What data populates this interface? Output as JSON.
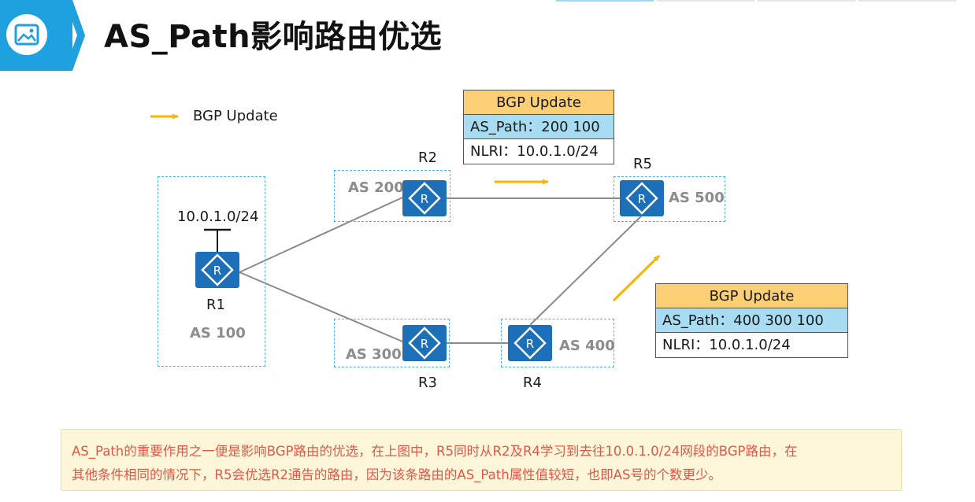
{
  "header": {
    "title": "AS_Path影响路由优选",
    "logo_icon": "image-icon",
    "accent_color": "#1fa1e0"
  },
  "legend": {
    "label": "BGP Update",
    "arrow_color": "#f7b500"
  },
  "prefix": "10.0.1.0/24",
  "routers": {
    "r1": "R1",
    "r2": "R2",
    "r3": "R3",
    "r4": "R4",
    "r5": "R5",
    "icon": "router-icon",
    "color": "#1d6fb8"
  },
  "as_labels": {
    "as100": "AS 100",
    "as200": "AS 200",
    "as300": "AS 300",
    "as400": "AS 400",
    "as500": "AS 500"
  },
  "updates": [
    {
      "header": "BGP Update",
      "as_path": "AS_Path：200 100",
      "nlri": "NLRI：10.0.1.0/24"
    },
    {
      "header": "BGP Update",
      "as_path": "AS_Path：400 300 100",
      "nlri": "NLRI：10.0.1.0/24"
    }
  ],
  "note": {
    "line1": "AS_Path的重要作用之一便是影响BGP路由的优选，在上图中，R5同时从R2及R4学习到去往10.0.1.0/24网段的BGP路由，在",
    "line2": "其他条件相同的情况下，R5会优选R2通告的路由，因为该条路由的AS_Path属性值较短，也即AS号的个数更少。",
    "text_color": "#e0584a",
    "background": "#fdf6d8"
  }
}
